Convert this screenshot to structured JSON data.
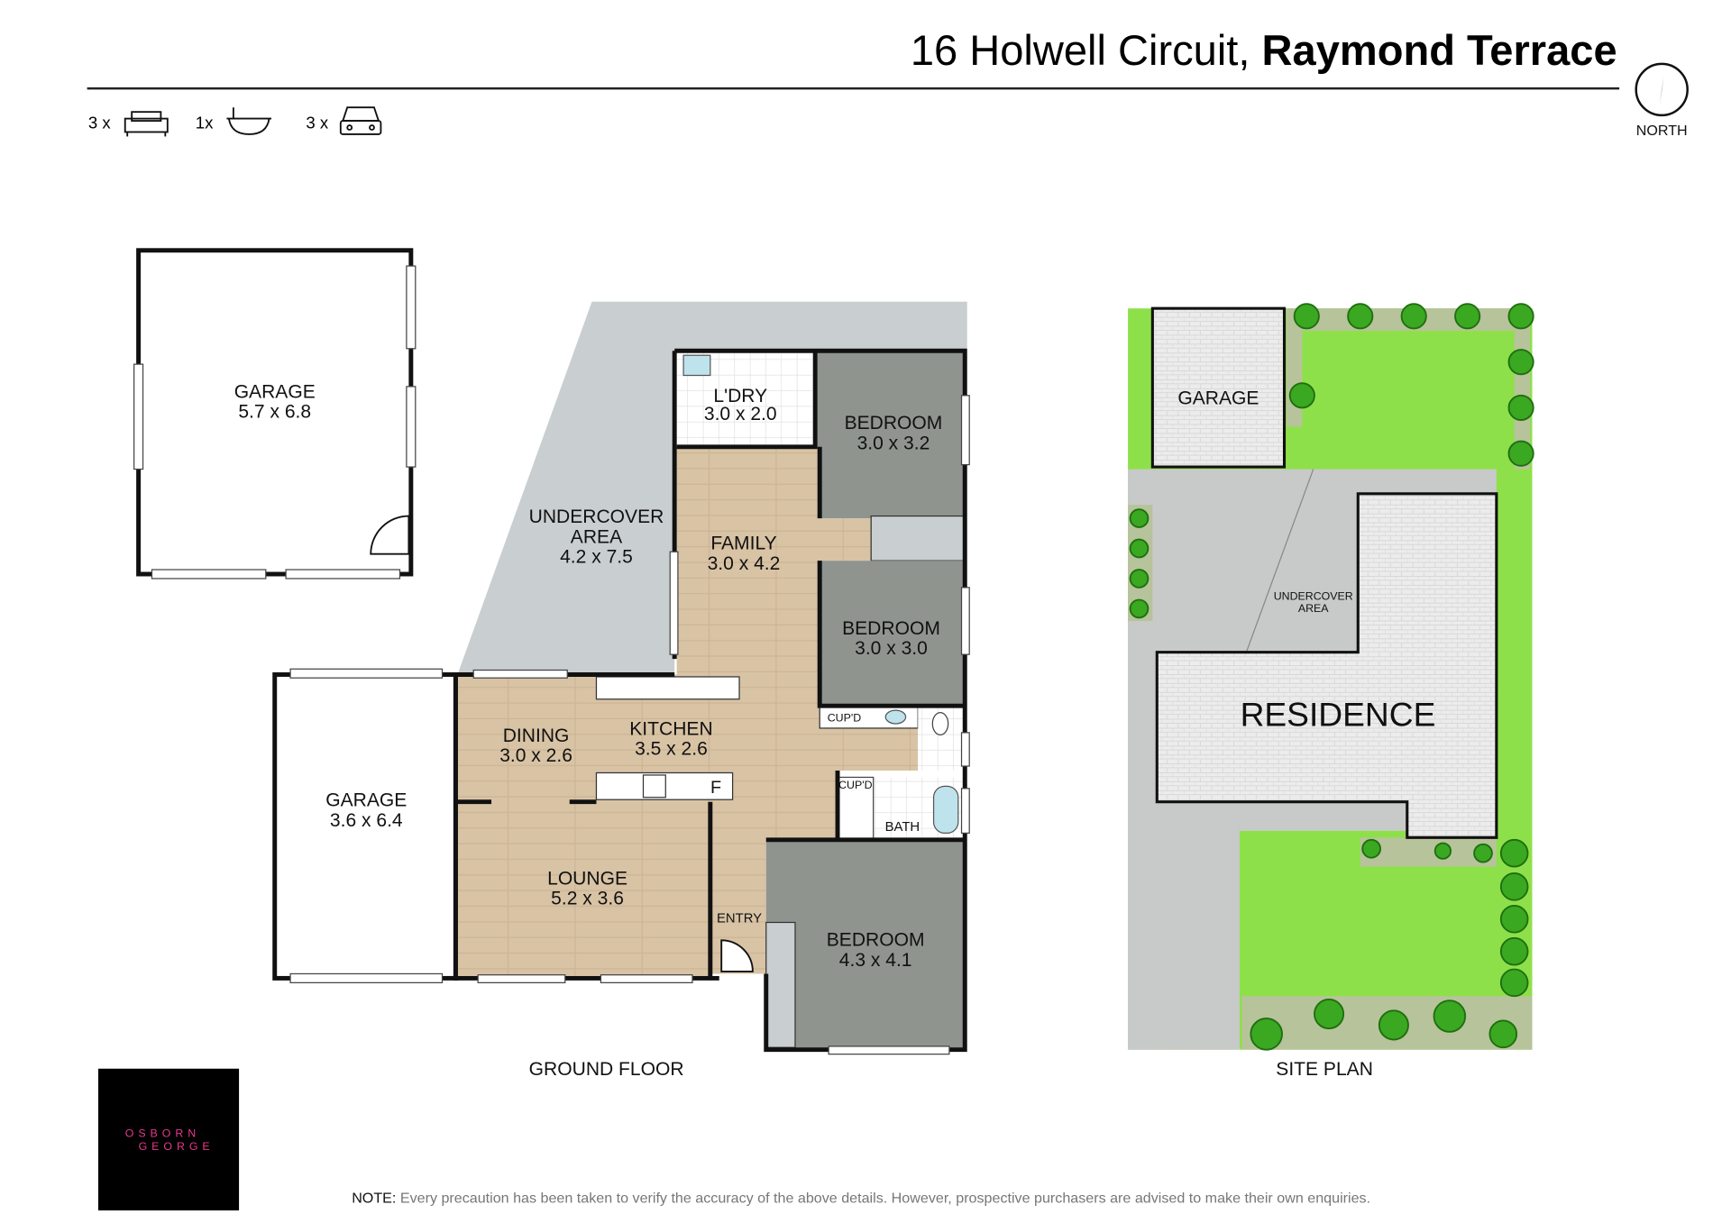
{
  "header": {
    "title_regular": "16 Holwell Circuit,",
    "title_bold": "Raymond Terrace"
  },
  "features": [
    {
      "count": "3 x",
      "icon": "bed-icon"
    },
    {
      "count": "1x",
      "icon": "bath-icon"
    },
    {
      "count": "3 x",
      "icon": "car-icon"
    }
  ],
  "compass": {
    "label": "NORTH"
  },
  "ground_floor": {
    "label": "GROUND FLOOR",
    "rooms": {
      "garage_detached": {
        "name": "GARAGE",
        "size": "5.7 x 6.8"
      },
      "undercover": {
        "name1": "UNDERCOVER",
        "name2": "AREA",
        "size": "4.2 x 7.5"
      },
      "laundry": {
        "name": "L'DRY",
        "size": "3.0 x 2.0"
      },
      "bedroom1": {
        "name": "BEDROOM",
        "size": "3.0 x 3.2"
      },
      "family": {
        "name": "FAMILY",
        "size": "3.0 x 4.2"
      },
      "bedroom2": {
        "name": "BEDROOM",
        "size": "3.0 x 3.0"
      },
      "garage_attached": {
        "name": "GARAGE",
        "size": "3.6 x 6.4"
      },
      "dining": {
        "name": "DINING",
        "size": "3.0 x 2.6"
      },
      "kitchen": {
        "name": "KITCHEN",
        "size": "3.5 x 2.6"
      },
      "lounge": {
        "name": "LOUNGE",
        "size": "5.2 x 3.6"
      },
      "bedroom3": {
        "name": "BEDROOM",
        "size": "4.3 x 4.1"
      },
      "bath": {
        "name": "BATH"
      },
      "cupd1": "CUP'D",
      "cupd2": "CUP'D",
      "entry": "ENTRY",
      "fridge": "F"
    }
  },
  "site_plan": {
    "label": "SITE PLAN",
    "garage": "GARAGE",
    "undercover1": "UNDERCOVER",
    "undercover2": "AREA",
    "residence": "RESIDENCE"
  },
  "logo": {
    "line1": "OSBORN",
    "line2": "GEORGE"
  },
  "note": {
    "prefix": "NOTE:",
    "text": "Every precaution has been taken to verify the accuracy of the above details. However, prospective purchasers are advised to make their own enquiries."
  }
}
